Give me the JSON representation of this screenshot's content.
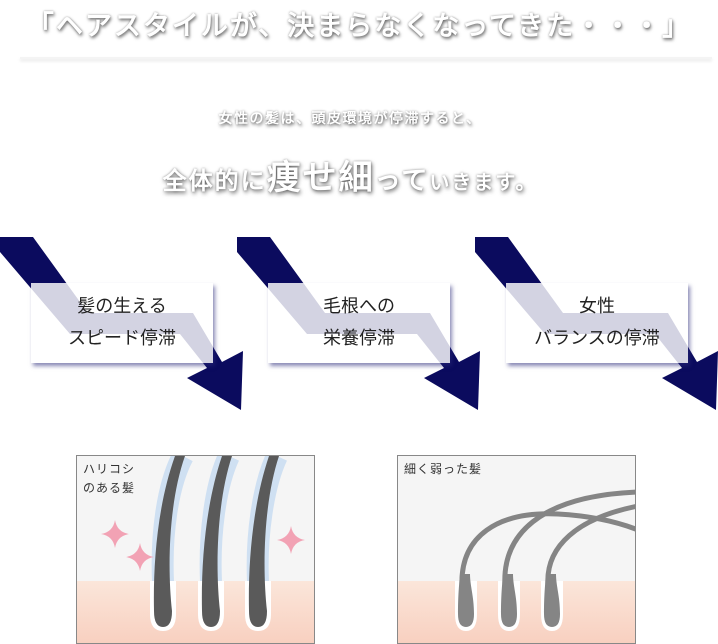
{
  "headline": {
    "text": "「ヘアスタイルが、決まらなくなってきた・・・」"
  },
  "intro": {
    "line1": "女性の髪は、頭皮環境が停滞すると、",
    "line2_parts": [
      "全体的に",
      "痩せ",
      "細",
      "って",
      "いきます。"
    ]
  },
  "causes": [
    {
      "line1": "髪の生える",
      "line2": "スピード停滞"
    },
    {
      "line1": "毛根への",
      "line2": "栄養停滞"
    },
    {
      "line1": "女性",
      "line2": "バランスの停滞"
    }
  ],
  "comparison": {
    "healthy": {
      "label_line1": "ハリコシ",
      "label_line2": "のある髪"
    },
    "weak": {
      "label": "細く弱った髪"
    }
  },
  "colors": {
    "arrow": "#0b0b5e",
    "arrow_overlay": "#d3d3e4",
    "scalp_top": "#fbe6da",
    "scalp_bottom": "#f8d0c0",
    "hair_healthy": "#5a5a5a",
    "hair_halo": "#cfe0f2",
    "hair_weak": "#858585",
    "sparkle": "#f2a2b4",
    "panel_bg": "#f5f5f5"
  },
  "icons": {
    "arrow": "down-right-arrow-icon",
    "sparkle": "sparkle-icon"
  }
}
